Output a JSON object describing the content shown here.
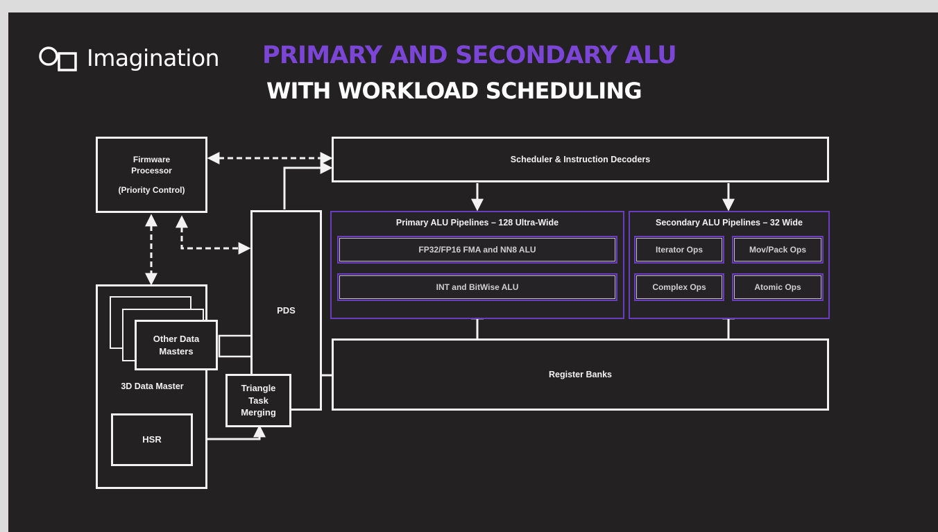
{
  "brand": {
    "name": "Imagination",
    "logo_icon": "imagination-logo-icon"
  },
  "title": {
    "line1": "PRIMARY AND SECONDARY ALU",
    "line2": "WITH WORKLOAD SCHEDULING"
  },
  "colors": {
    "accent_purple": "#7b46d6",
    "box_border": "#f2f2f2",
    "background": "#232121",
    "page_background": "#dcdcdc"
  },
  "diagram": {
    "firmware": {
      "line1": "Firmware",
      "line2": "Processor",
      "line3": "(Priority Control)"
    },
    "scheduler": "Scheduler & Instruction Decoders",
    "primary": {
      "label": "Primary ALU Pipelines – 128 Ultra-Wide",
      "unit1": "FP32/FP16 FMA and NN8 ALU",
      "unit2": "INT and BitWise ALU"
    },
    "secondary": {
      "label": "Secondary ALU Pipelines – 32 Wide",
      "unit1": "Iterator Ops",
      "unit2": "Mov/Pack Ops",
      "unit3": "Complex Ops",
      "unit4": "Atomic Ops"
    },
    "pds": "PDS",
    "data_masters": {
      "other_line1": "Other Data",
      "other_line2": "Masters",
      "main": "3D Data Master",
      "hsr": "HSR"
    },
    "triangle": {
      "line1": "Triangle",
      "line2": "Task",
      "line3": "Merging"
    },
    "register_banks": "Register Banks"
  }
}
